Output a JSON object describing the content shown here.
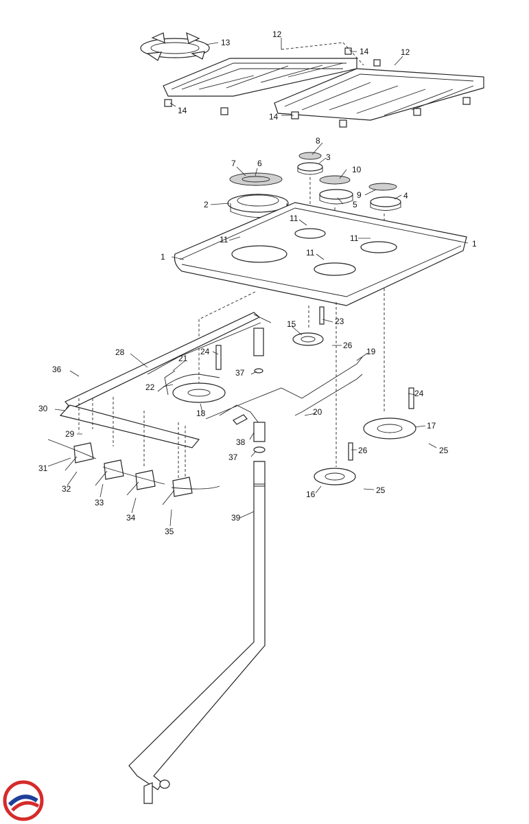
{
  "callouts": [
    "1",
    "1",
    "2",
    "3",
    "4",
    "5",
    "6",
    "7",
    "8",
    "9",
    "10",
    "11",
    "11",
    "11",
    "11",
    "12",
    "12",
    "13",
    "14",
    "14",
    "14",
    "15",
    "16",
    "17",
    "18",
    "19",
    "20",
    "21",
    "22",
    "23",
    "24",
    "24",
    "25",
    "25",
    "26",
    "26",
    "28",
    "29",
    "30",
    "31",
    "32",
    "33",
    "34",
    "35",
    "36",
    "37",
    "37",
    "38",
    "39"
  ],
  "logo": {
    "icon": "brand-logo-icon",
    "colors": {
      "red": "#d62b2b",
      "blue": "#1f3f99"
    }
  }
}
